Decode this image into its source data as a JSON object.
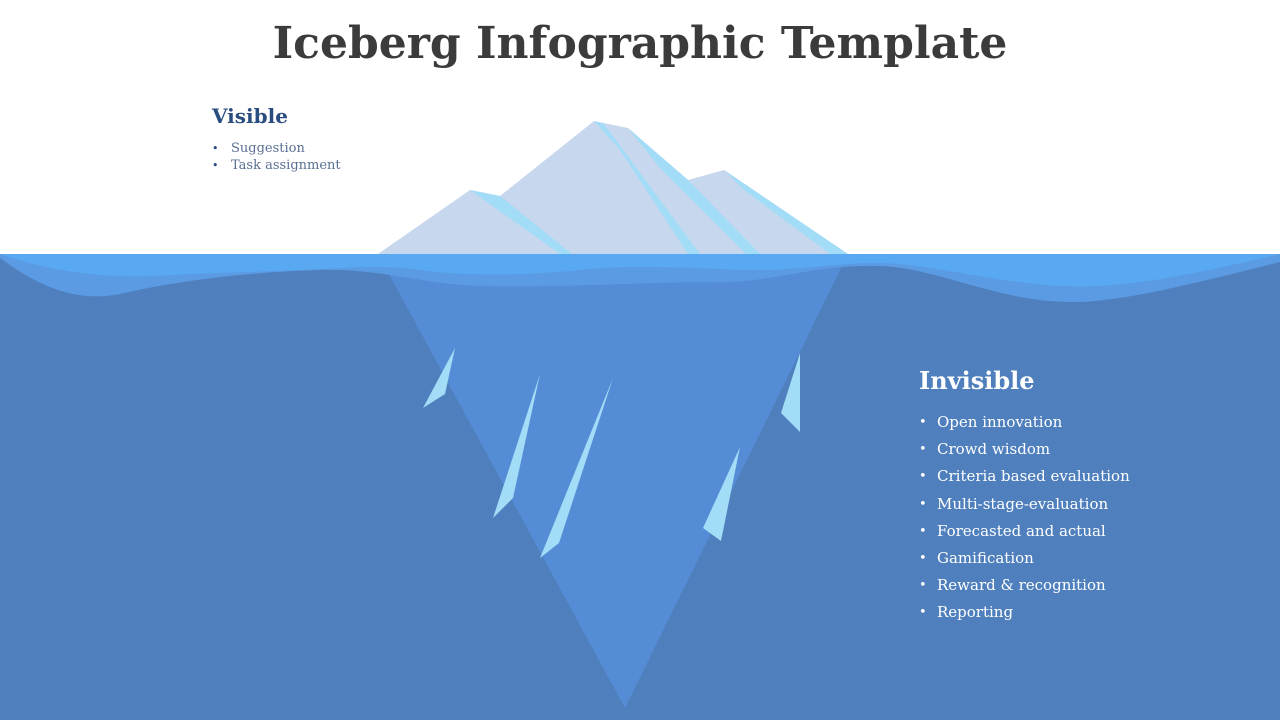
{
  "slide": {
    "title": "Iceberg Infographic Template"
  },
  "visible": {
    "heading": "Visible",
    "items": [
      {
        "label": "Suggestion"
      },
      {
        "label": "Task assignment"
      }
    ]
  },
  "invisible": {
    "heading": "Invisible",
    "items": [
      {
        "label": "Open innovation"
      },
      {
        "label": "Crowd wisdom"
      },
      {
        "label": "Criteria based evaluation"
      },
      {
        "label": "Multi-stage-evaluation"
      },
      {
        "label": "Forecasted and actual"
      },
      {
        "label": "Gamification"
      },
      {
        "label": "Reward & recognition"
      },
      {
        "label": "Reporting"
      }
    ]
  },
  "colors": {
    "title_text": "#3b3b3b",
    "visible_heading": "#2a4d7f",
    "visible_text": "#5a6f92",
    "iceberg_tip": "#c7d7ee",
    "iceberg_highlight": "#a2dcf6",
    "water_deep": "#4f80bd",
    "water_surface": "#58a9f1",
    "iceberg_underwater": "#548cd6",
    "invisible_text": "#ffffff"
  }
}
